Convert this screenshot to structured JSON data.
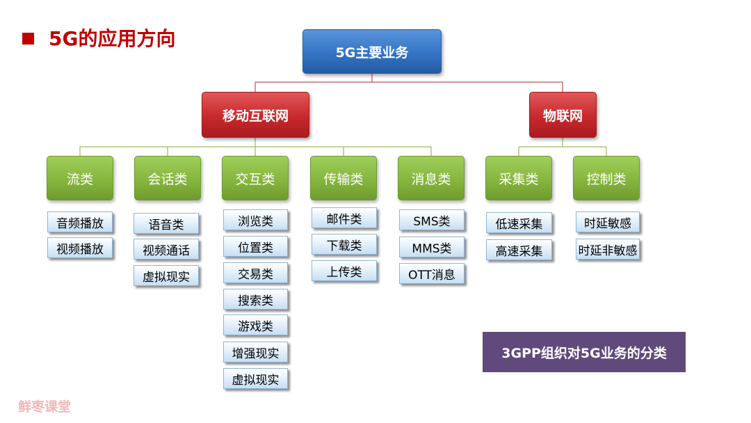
{
  "heading": "5G的应用方向",
  "root": "5G主要业务",
  "branches": [
    "移动互联网",
    "物联网"
  ],
  "categories": [
    "流类",
    "会话类",
    "交互类",
    "传输类",
    "消息类",
    "采集类",
    "控制类"
  ],
  "leaves": {
    "stream": [
      "音频播放",
      "视频播放"
    ],
    "session": [
      "语音类",
      "视频通话",
      "虚拟现实"
    ],
    "interactive": [
      "浏览类",
      "位置类",
      "交易类",
      "搜索类",
      "游戏类",
      "增强现实",
      "虚拟现实"
    ],
    "transfer": [
      "邮件类",
      "下载类",
      "上传类"
    ],
    "message": [
      "SMS类",
      "MMS类",
      "OTT消息"
    ],
    "collect": [
      "低速采集",
      "高速采集"
    ],
    "control": [
      "时延敏感",
      "时延非敏感"
    ]
  },
  "badge": "3GPP组织对5G业务的分类",
  "watermark": "鲜枣课堂",
  "colors": {
    "heading": "#c00000",
    "root": "#3474c4",
    "branch": "#c8282c",
    "category": "#86b63e",
    "leaf": "#c6dff3",
    "badge": "#604a7b",
    "connector_top": "#c0504d",
    "connector_bottom": "#9bbb59",
    "watermark": "#f4b6b6"
  }
}
